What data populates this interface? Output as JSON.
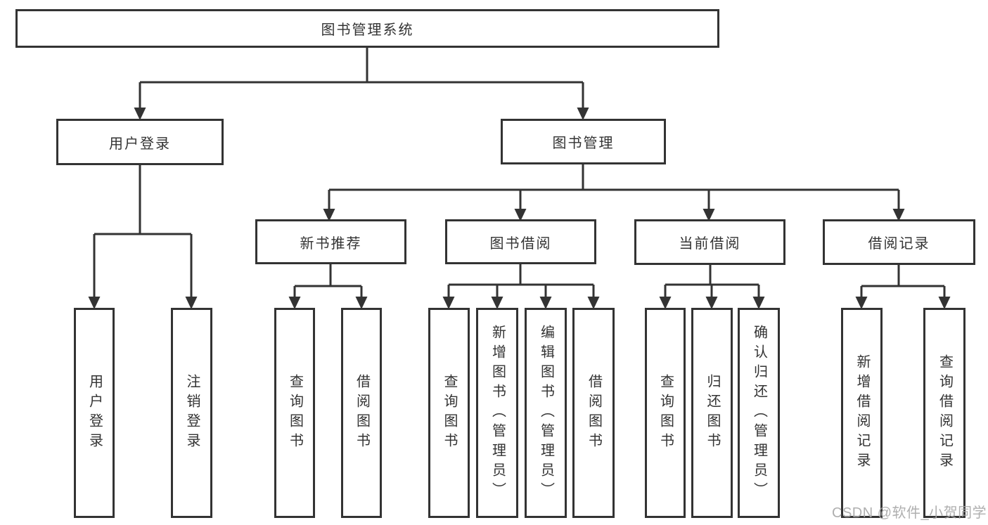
{
  "tree": {
    "label": "图书管理系统",
    "children": [
      {
        "label": "用户登录",
        "children": [
          {
            "label": "用户登录"
          },
          {
            "label": "注销登录"
          }
        ]
      },
      {
        "label": "图书管理",
        "children": [
          {
            "label": "新书推荐",
            "children": [
              {
                "label": "查询图书"
              },
              {
                "label": "借阅图书"
              }
            ]
          },
          {
            "label": "图书借阅",
            "children": [
              {
                "label": "查询图书"
              },
              {
                "label": "新增图书（管理员）"
              },
              {
                "label": "编辑图书（管理员）"
              },
              {
                "label": "借阅图书"
              }
            ]
          },
          {
            "label": "当前借阅",
            "children": [
              {
                "label": "查询图书"
              },
              {
                "label": "归还图书"
              },
              {
                "label": "确认归还（管理员）"
              }
            ]
          },
          {
            "label": "借阅记录",
            "children": [
              {
                "label": "新增借阅记录"
              },
              {
                "label": "查询借阅记录"
              }
            ]
          }
        ]
      }
    ]
  },
  "watermark": "CSDN @软件_小贺同学",
  "colors": {
    "line": "#333333",
    "text": "#333333",
    "background": "#ffffff",
    "watermark": "#a6a6a6"
  }
}
